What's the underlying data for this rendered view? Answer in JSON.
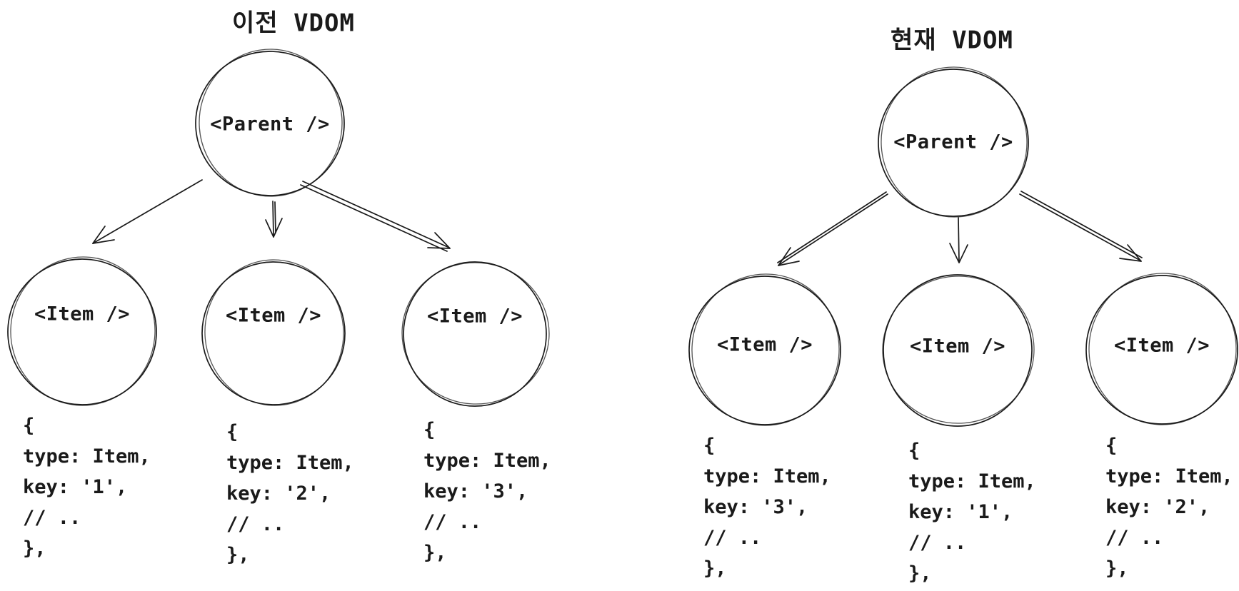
{
  "colors": {
    "ink": "#1a1a1a",
    "background": "#ffffff"
  },
  "diagrams": [
    {
      "id": "previous-vdom",
      "title": "이전 VDOM",
      "parent_label": "<Parent />",
      "items": [
        {
          "label": "<Item />",
          "code": "{\ntype: Item,\nkey: '1',\n// ..\n},"
        },
        {
          "label": "<Item />",
          "code": "{\ntype: Item,\nkey: '2',\n// ..\n},"
        },
        {
          "label": "<Item />",
          "code": "{\ntype: Item,\nkey: '3',\n// ..\n},"
        }
      ]
    },
    {
      "id": "current-vdom",
      "title": "현재 VDOM",
      "parent_label": "<Parent />",
      "items": [
        {
          "label": "<Item />",
          "code": "{\ntype: Item,\nkey: '3',\n// ..\n},"
        },
        {
          "label": "<Item />",
          "code": "{\ntype: Item,\nkey: '1',\n// ..\n},"
        },
        {
          "label": "<Item />",
          "code": "{\ntype: Item,\nkey: '2',\n// ..\n},"
        }
      ]
    }
  ]
}
